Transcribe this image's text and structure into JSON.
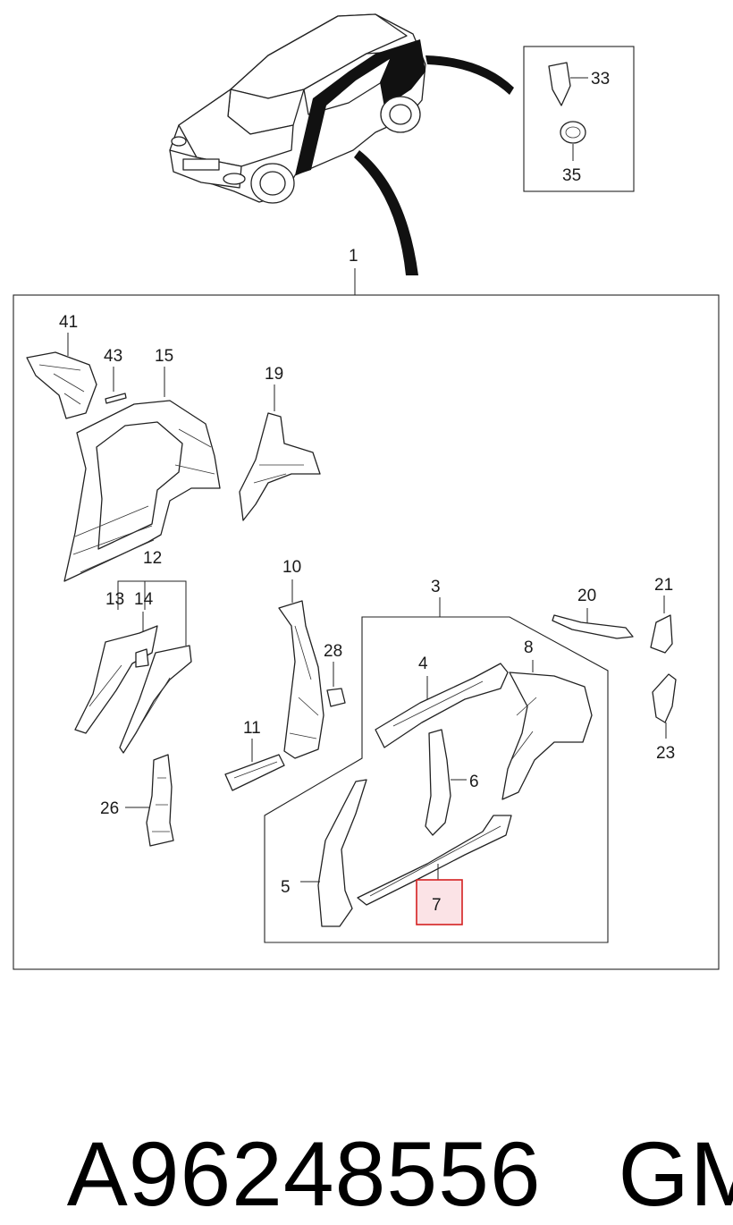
{
  "diagram": {
    "callouts": {
      "c1": "1",
      "c3": "3",
      "c4": "4",
      "c5": "5",
      "c6": "6",
      "c7": "7",
      "c8": "8",
      "c10": "10",
      "c11": "11",
      "c12": "12",
      "c13": "13",
      "c14": "14",
      "c15": "15",
      "c19": "19",
      "c20": "20",
      "c21": "21",
      "c23": "23",
      "c26": "26",
      "c28": "28",
      "c33": "33",
      "c35": "35",
      "c41": "41",
      "c43": "43"
    },
    "highlighted_callout": "7",
    "highlight_color": "#d42020",
    "highlight_fill": "#fbe3e6"
  },
  "footer": {
    "part_number": "A96248556",
    "brand": "GM"
  }
}
